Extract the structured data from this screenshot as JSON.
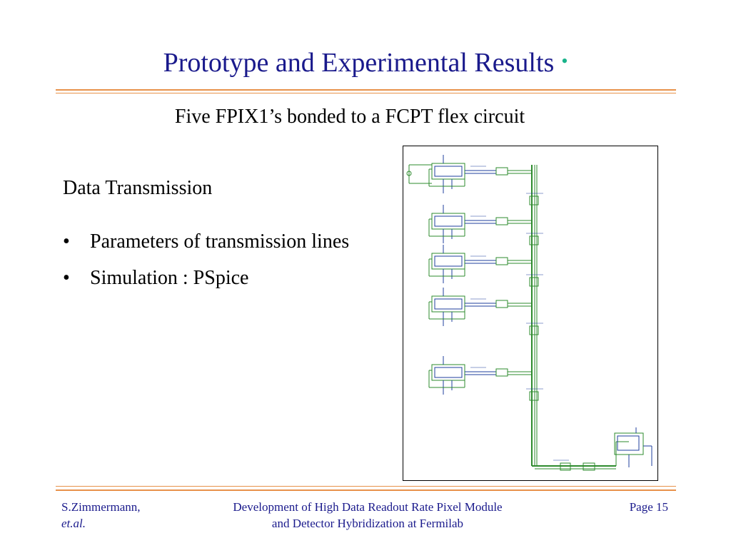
{
  "slide": {
    "title": "Prototype and Experimental Results",
    "title_dot": "•",
    "subtitle": "Five FPIX1’s bonded to a FCPT flex circuit",
    "section_heading": "Data Transmission",
    "bullets": [
      "Parameters of transmission lines",
      "Simulation : PSpice"
    ],
    "bullet_marker": "•"
  },
  "footer": {
    "author_line1": "S.Zimmermann,",
    "author_line2": "et.al.",
    "title_line1": "Development of High Data Readout Rate Pixel Module",
    "title_line2": "and Detector Hybridization at Fermilab",
    "page": "Page 15"
  },
  "colors": {
    "title": "#1a1a8c",
    "rule": "#e8914a",
    "accent_dot": "#19b38a",
    "schematic_wire": "#2e8b2e",
    "schematic_component": "#1f3f9c"
  }
}
